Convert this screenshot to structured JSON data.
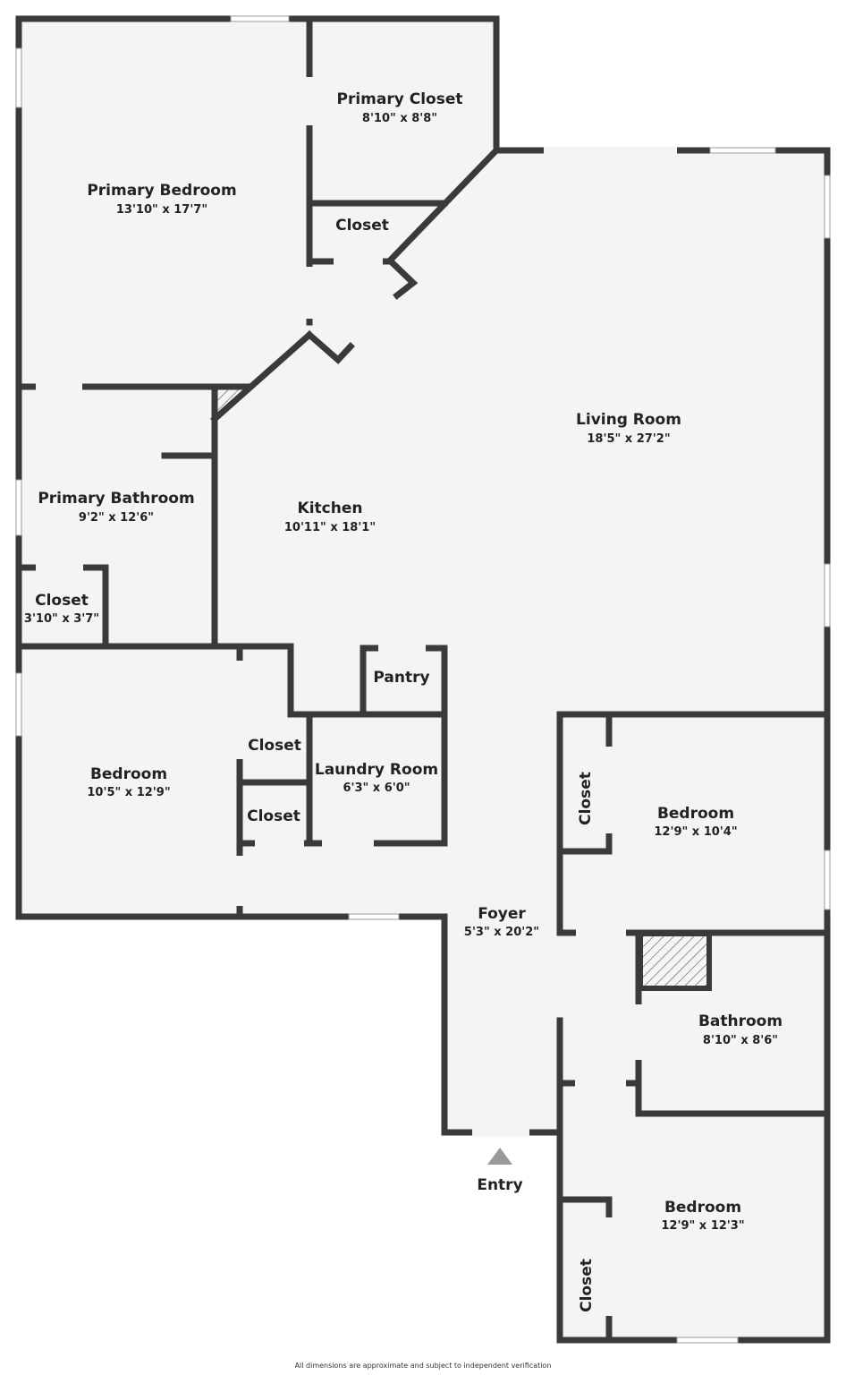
{
  "rooms": {
    "primary_bedroom": {
      "name": "Primary Bedroom",
      "dims": "13'10\" x 17'7\""
    },
    "primary_closet": {
      "name": "Primary Closet",
      "dims": "8'10\" x 8'8\""
    },
    "closet_hall": {
      "name": "Closet"
    },
    "living_room": {
      "name": "Living Room",
      "dims": "18'5\" x 27'2\""
    },
    "kitchen": {
      "name": "Kitchen",
      "dims": "10'11\" x 18'1\""
    },
    "primary_bathroom": {
      "name": "Primary Bathroom",
      "dims": "9'2\" x 12'6\""
    },
    "closet_small": {
      "name": "Closet",
      "dims": "3'10\" x 3'7\""
    },
    "pantry": {
      "name": "Pantry"
    },
    "bedroom_left": {
      "name": "Bedroom",
      "dims": "10'5\" x 12'9\""
    },
    "closet_mid_upper": {
      "name": "Closet"
    },
    "closet_mid_lower": {
      "name": "Closet"
    },
    "laundry_room": {
      "name": "Laundry Room",
      "dims": "6'3\" x 6'0\""
    },
    "bedroom_right_upper": {
      "name": "Bedroom",
      "dims": "12'9\" x 10'4\""
    },
    "closet_right_upper": {
      "name": "Closet"
    },
    "foyer": {
      "name": "Foyer",
      "dims": "5'3\" x 20'2\""
    },
    "bathroom": {
      "name": "Bathroom",
      "dims": "8'10\" x 8'6\""
    },
    "bedroom_right_lower": {
      "name": "Bedroom",
      "dims": "12'9\" x 12'3\""
    },
    "closet_right_lower": {
      "name": "Closet"
    }
  },
  "entry": {
    "label": "Entry"
  },
  "footer": {
    "disclaimer": "All dimensions are approximate and subject to independent verification"
  },
  "colors": {
    "wall": "#3a3a3a",
    "floor": "#f4f4f4",
    "entry_arrow": "#9a9a9a"
  }
}
